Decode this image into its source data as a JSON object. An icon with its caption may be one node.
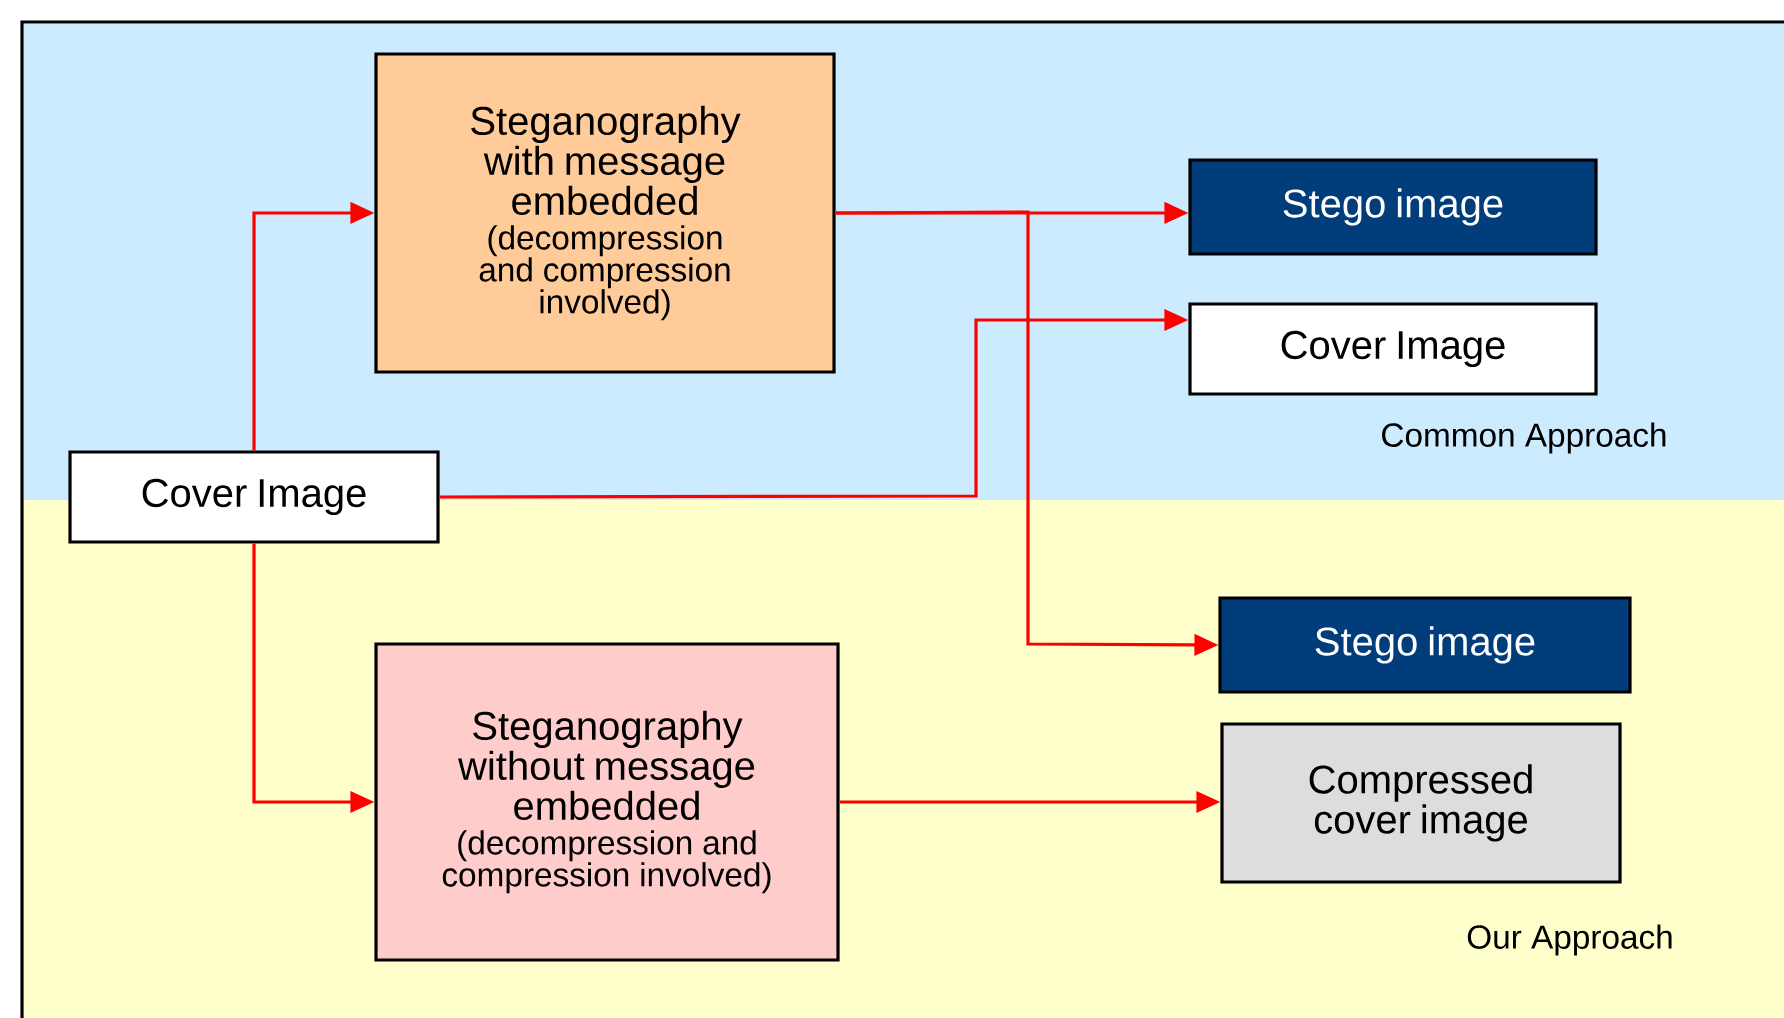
{
  "diagram": {
    "nodes": [
      {
        "text": [
          "Common Approach"
        ]
      },
      {
        "text": [
          "Steganography with message embedded",
          "(decompression and compression involved)"
        ],
        "in": 0
      },
      {
        "text": [
          "Stego image"
        ],
        "in": 0
      },
      {
        "text": [
          "Cover Image"
        ],
        "in": 0
      },
      {
        "text": [
          "Cover Image"
        ]
      },
      {
        "text": [
          "Our Approach"
        ]
      },
      {
        "text": [
          "Stego image"
        ],
        "in": 5
      },
      {
        "text": [
          "Steganography without message embedded",
          "(decompression and compression involved)"
        ],
        "in": 5
      },
      {
        "text": [
          "Compressed cover image"
        ],
        "in": 5
      }
    ],
    "edges": [
      {
        "from": 4,
        "to": 1,
        "arrow": "to"
      },
      {
        "from": 4,
        "to": 3,
        "arrow": "to"
      },
      {
        "from": 1,
        "to": 2,
        "arrow": "to"
      },
      {
        "from": 1,
        "to": 6,
        "arrow": "to"
      },
      {
        "from": 4,
        "to": 7,
        "arrow": "to"
      },
      {
        "from": 7,
        "to": 8,
        "arrow": "to"
      }
    ]
  }
}
